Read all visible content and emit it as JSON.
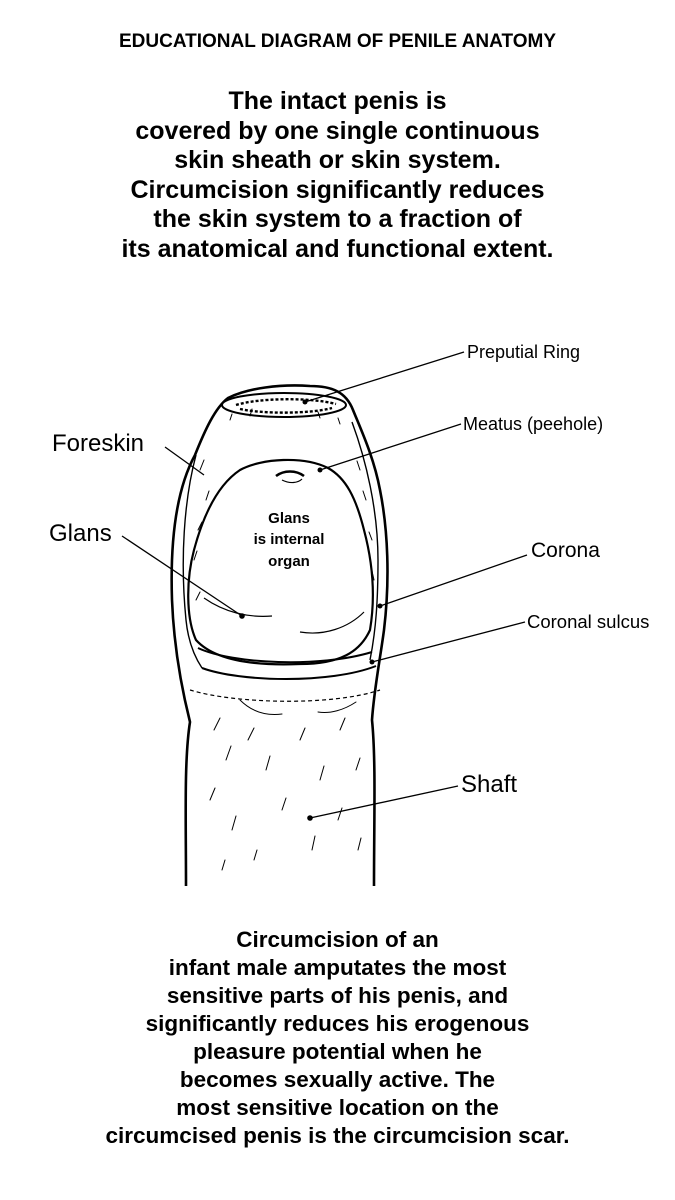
{
  "heading": "EDUCATIONAL DIAGRAM OF PENILE ANATOMY",
  "intro_lines": [
    "The intact penis is",
    "covered by one single continuous",
    "skin sheath or skin system.",
    "Circumcision significantly reduces",
    "the skin system to a fraction of",
    "its anatomical and functional extent."
  ],
  "labels": {
    "preputial_ring": "Preputial Ring",
    "meatus": "Meatus (peehole)",
    "foreskin": "Foreskin",
    "glans": "Glans",
    "corona": "Corona",
    "coronal_sulcus": "Coronal sulcus",
    "shaft": "Shaft"
  },
  "inner_note_lines": [
    "Glans",
    "is internal",
    "organ"
  ],
  "closing_lines": [
    "Circumcision of an",
    "infant male amputates the most",
    "sensitive parts of his penis, and",
    "significantly reduces his erogenous",
    "pleasure potential when he",
    "becomes sexually active. The",
    "most sensitive location on the",
    "circumcised penis is the circumcision scar."
  ]
}
